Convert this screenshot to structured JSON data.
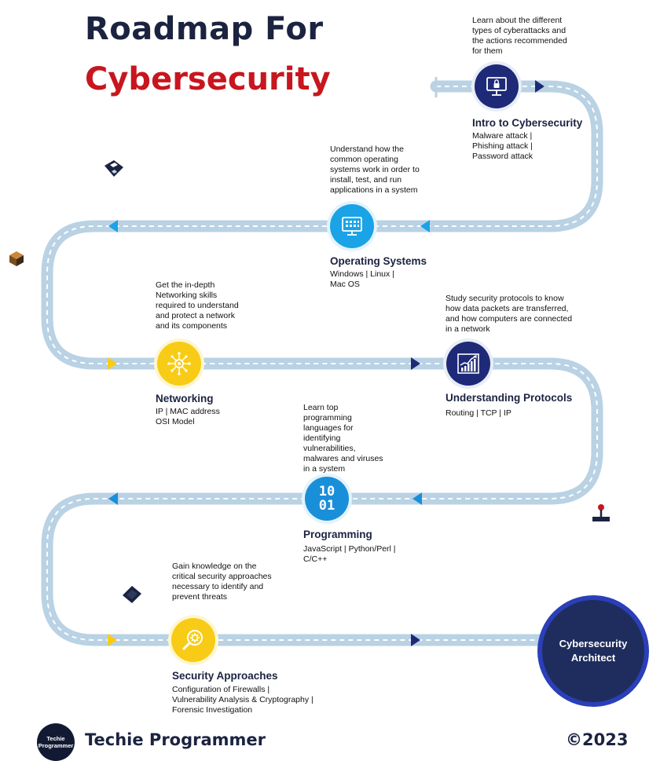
{
  "title": {
    "line1": "Roadmap For",
    "line2": "Cybersecurity"
  },
  "steps": [
    {
      "title": "Intro to Cybersecurity",
      "description": "Learn about the different\ntypes of cyberattacks and\nthe actions recommended\nfor them",
      "topics": "Malware attack |\nPhishing attack |\nPassword attack",
      "icon": "monitor-lock-icon"
    },
    {
      "title": "Operating Systems",
      "description": "Understand how the\ncommon operating\nsystems work in order to\ninstall, test, and run\napplications in a system",
      "topics": "Windows | Linux |\nMac OS",
      "icon": "window-grid-icon"
    },
    {
      "title": "Networking",
      "description": "Get the in-depth\nNetworking skills\nrequired to understand\nand protect a network\nand its components",
      "topics": "IP | MAC address\nOSI Model",
      "icon": "network-chip-icon"
    },
    {
      "title": "Understanding Protocols",
      "description": "Study security protocols to know\nhow data packets are transferred,\nand how computers are connected\nin a network",
      "topics": "Routing  | TCP | IP",
      "icon": "rising-chart-icon"
    },
    {
      "title": "Programming",
      "description": "Learn top\nprogramming\nlanguages for\nidentifying\nvulnerabilities,\nmalwares and viruses\nin a system",
      "topics": "JavaScript | Python/Perl |\nC/C++",
      "icon": "binary-icon",
      "icon_text": "10\n01"
    },
    {
      "title": "Security Approaches",
      "description": "Gain knowledge on the\ncritical security approaches\nnecessary to identify and\nprevent threats",
      "topics": "Configuration of Firewalls |\nVulnerability Analysis & Cryptography |\nForensic Investigation",
      "icon": "magnifier-gear-icon"
    }
  ],
  "destination": "Cybersecurity\nArchitect",
  "footer": {
    "logo_text": "Techie\nProgrammer",
    "brand": "Techie Programmer",
    "copyright": "©2023"
  },
  "colors": {
    "title_dark": "#1b2340",
    "title_red": "#c8161e",
    "road": "#b9d2e4",
    "road_dash": "#ffffff",
    "navy": "#1e2a78",
    "yellow": "#f8cc16",
    "blue": "#1aa3e6"
  }
}
